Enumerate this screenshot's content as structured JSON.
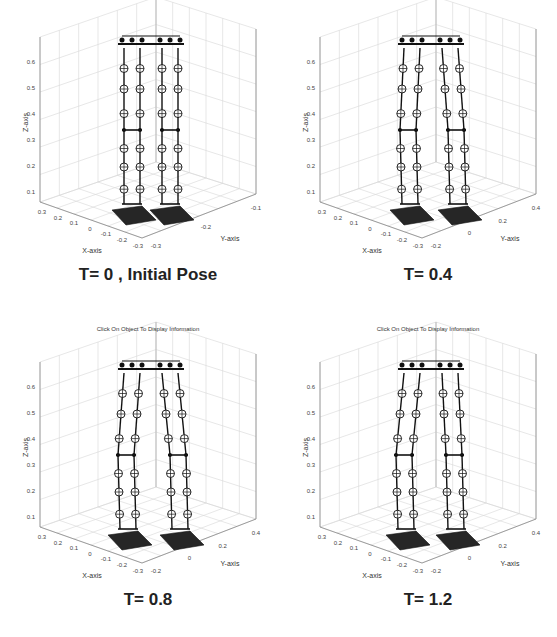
{
  "diagram": {
    "labels": [
      "Z-axis",
      "X-axis",
      "Y-axis",
      "0.1",
      "0.2",
      "0.3",
      "0.4",
      "0.5",
      "0.6",
      "0.3",
      "0.2",
      "0.1",
      "0",
      "-0.1",
      "-0.2",
      "-0.3",
      "-0.3",
      "-0.2",
      "-0.1",
      "T= 0 , Initial Pose",
      "Z-axis",
      "X-axis",
      "Y-axis",
      "0.1",
      "0.2",
      "0.3",
      "0.4",
      "0.5",
      "0.6",
      "0.3",
      "0.2",
      "0.1",
      "0",
      "-0.1",
      "-0.2",
      "-0.3",
      "-0.2",
      "0",
      "0.2",
      "0.4",
      "T= 0.4",
      "Click On Object To Display Information",
      "Z-axis",
      "X-axis",
      "Y-axis",
      "0.1",
      "0.2",
      "0.3",
      "0.4",
      "0.5",
      "0.6",
      "0.3",
      "0.2",
      "0.1",
      "0",
      "-0.1",
      "-0.2",
      "-0.3",
      "-0.2",
      "0",
      "0.2",
      "0.4",
      "T= 0.8",
      "Click On Object To Display Information",
      "Z-axis",
      "X-axis",
      "Y-axis",
      "0.1",
      "0.2",
      "0.3",
      "0.4",
      "0.5",
      "0.6",
      "0.3",
      "0.2",
      "0.1",
      "0",
      "-0.1",
      "-0.2",
      "-0.3",
      "-0.2",
      "0",
      "0.2",
      "0.4",
      "T= 1.2"
    ]
  }
}
